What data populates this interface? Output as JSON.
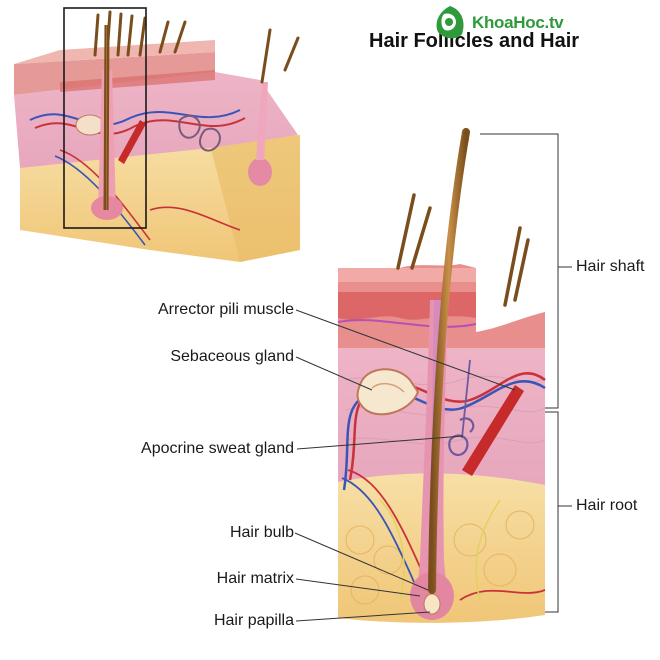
{
  "title": "Hair Follicles and Hair",
  "labels": {
    "arrector_pili_muscle": "Arrector pili muscle",
    "sebaceous_gland": "Sebaceous gland",
    "apocrine_sweat_gland": "Apocrine sweat gland",
    "hair_bulb": "Hair bulb",
    "hair_matrix": "Hair matrix",
    "hair_papilla": "Hair papilla",
    "hair_shaft": "Hair shaft",
    "hair_root": "Hair root"
  },
  "watermark": {
    "text": "KhoaHoc.tv",
    "color": "#2e9a3c",
    "icon": "leaf-logo-icon"
  },
  "colors": {
    "epidermis": "#e98e8c",
    "dermis": "#f2bfd0",
    "hypodermis": "#f4d79a",
    "hair": "#a8722e",
    "muscle": "#c62a2a",
    "leader": "#333333"
  }
}
